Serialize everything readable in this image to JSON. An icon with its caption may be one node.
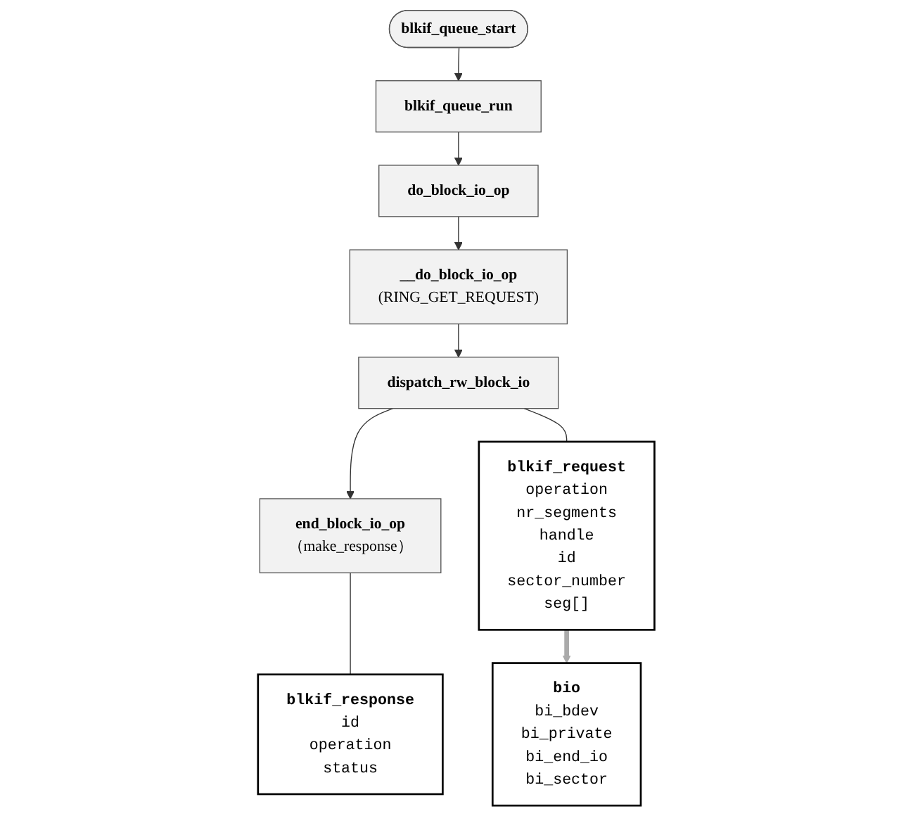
{
  "diagram": {
    "nodes": [
      {
        "text": [
          "blkif_queue_start"
        ]
      },
      {
        "text": [
          "blkif_queue_run"
        ]
      },
      {
        "text": [
          "do_block_io_op"
        ]
      },
      {
        "text": [
          "__do_block_io_op",
          "(RING_GET_REQUEST)"
        ]
      },
      {
        "text": [
          "dispatch_rw_block_io"
        ]
      },
      {
        "text": [
          "end_block_io_op",
          "（make_response）"
        ]
      },
      {
        "text": [
          "blkif_request",
          "operation",
          "nr_segments",
          "handle",
          "id",
          "sector_number",
          "seg[]"
        ]
      },
      {
        "text": [
          "bio",
          "bi_bdev",
          "bi_private",
          "bi_end_io",
          "bi_sector"
        ]
      },
      {
        "text": [
          "blkif_response",
          "id",
          "operation",
          "status"
        ]
      }
    ],
    "edges": [
      {
        "from": 0,
        "to": 1,
        "arrow": "to"
      },
      {
        "from": 1,
        "to": 2,
        "arrow": "to"
      },
      {
        "from": 2,
        "to": 3,
        "arrow": "to"
      },
      {
        "from": 3,
        "to": 4,
        "arrow": "to"
      },
      {
        "from": 4,
        "to": 5,
        "arrow": "to"
      },
      {
        "from": 4,
        "to": 6,
        "arrow": "none"
      },
      {
        "from": 6,
        "to": 7,
        "arrow": "to",
        "style": "thick",
        "color": "#aaaaaa"
      },
      {
        "from": 5,
        "to": 8,
        "arrow": "none"
      }
    ]
  }
}
